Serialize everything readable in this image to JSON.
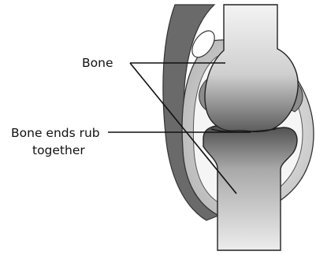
{
  "diagram": {
    "labels": {
      "bone": "Bone",
      "bone_ends_line1": "Bone ends rub",
      "bone_ends_line2": "together"
    }
  }
}
